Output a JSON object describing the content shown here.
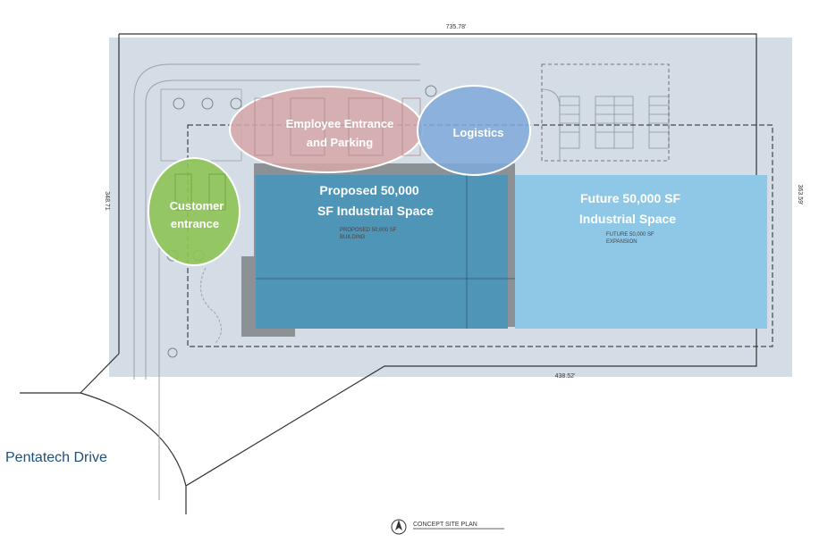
{
  "dimensions": {
    "top": "735.78'",
    "left": "348.71",
    "right": "363.59'",
    "bottom": "438.52'"
  },
  "zones": {
    "employee_line1": "Employee Entrance",
    "employee_line2": "and Parking",
    "logistics": "Logistics",
    "customer_line1": "Customer",
    "customer_line2": "entrance"
  },
  "buildings": {
    "proposed_line1": "Proposed 50,000",
    "proposed_line2": "SF Industrial Space",
    "proposed_small1": "PROPOSED 50,000 SF",
    "proposed_small2": "BUILDING",
    "future_line1": "Future 50,000 SF",
    "future_line2": "Industrial Space",
    "future_small1": "FUTURE 50,000 SF",
    "future_small2": "EXPANSION"
  },
  "road": {
    "name": "Pentatech Drive"
  },
  "title_block": {
    "title": "CONCEPT SITE PLAN"
  },
  "colors": {
    "site_fill": "#d4dde6",
    "proposed_building": "#4f95b8",
    "future_building": "#8ec8e6",
    "employee_zone": "#d6a7a9",
    "logistics_zone": "#7fa9db",
    "customer_zone": "#8dc454",
    "road_label": "#1f4e79"
  }
}
